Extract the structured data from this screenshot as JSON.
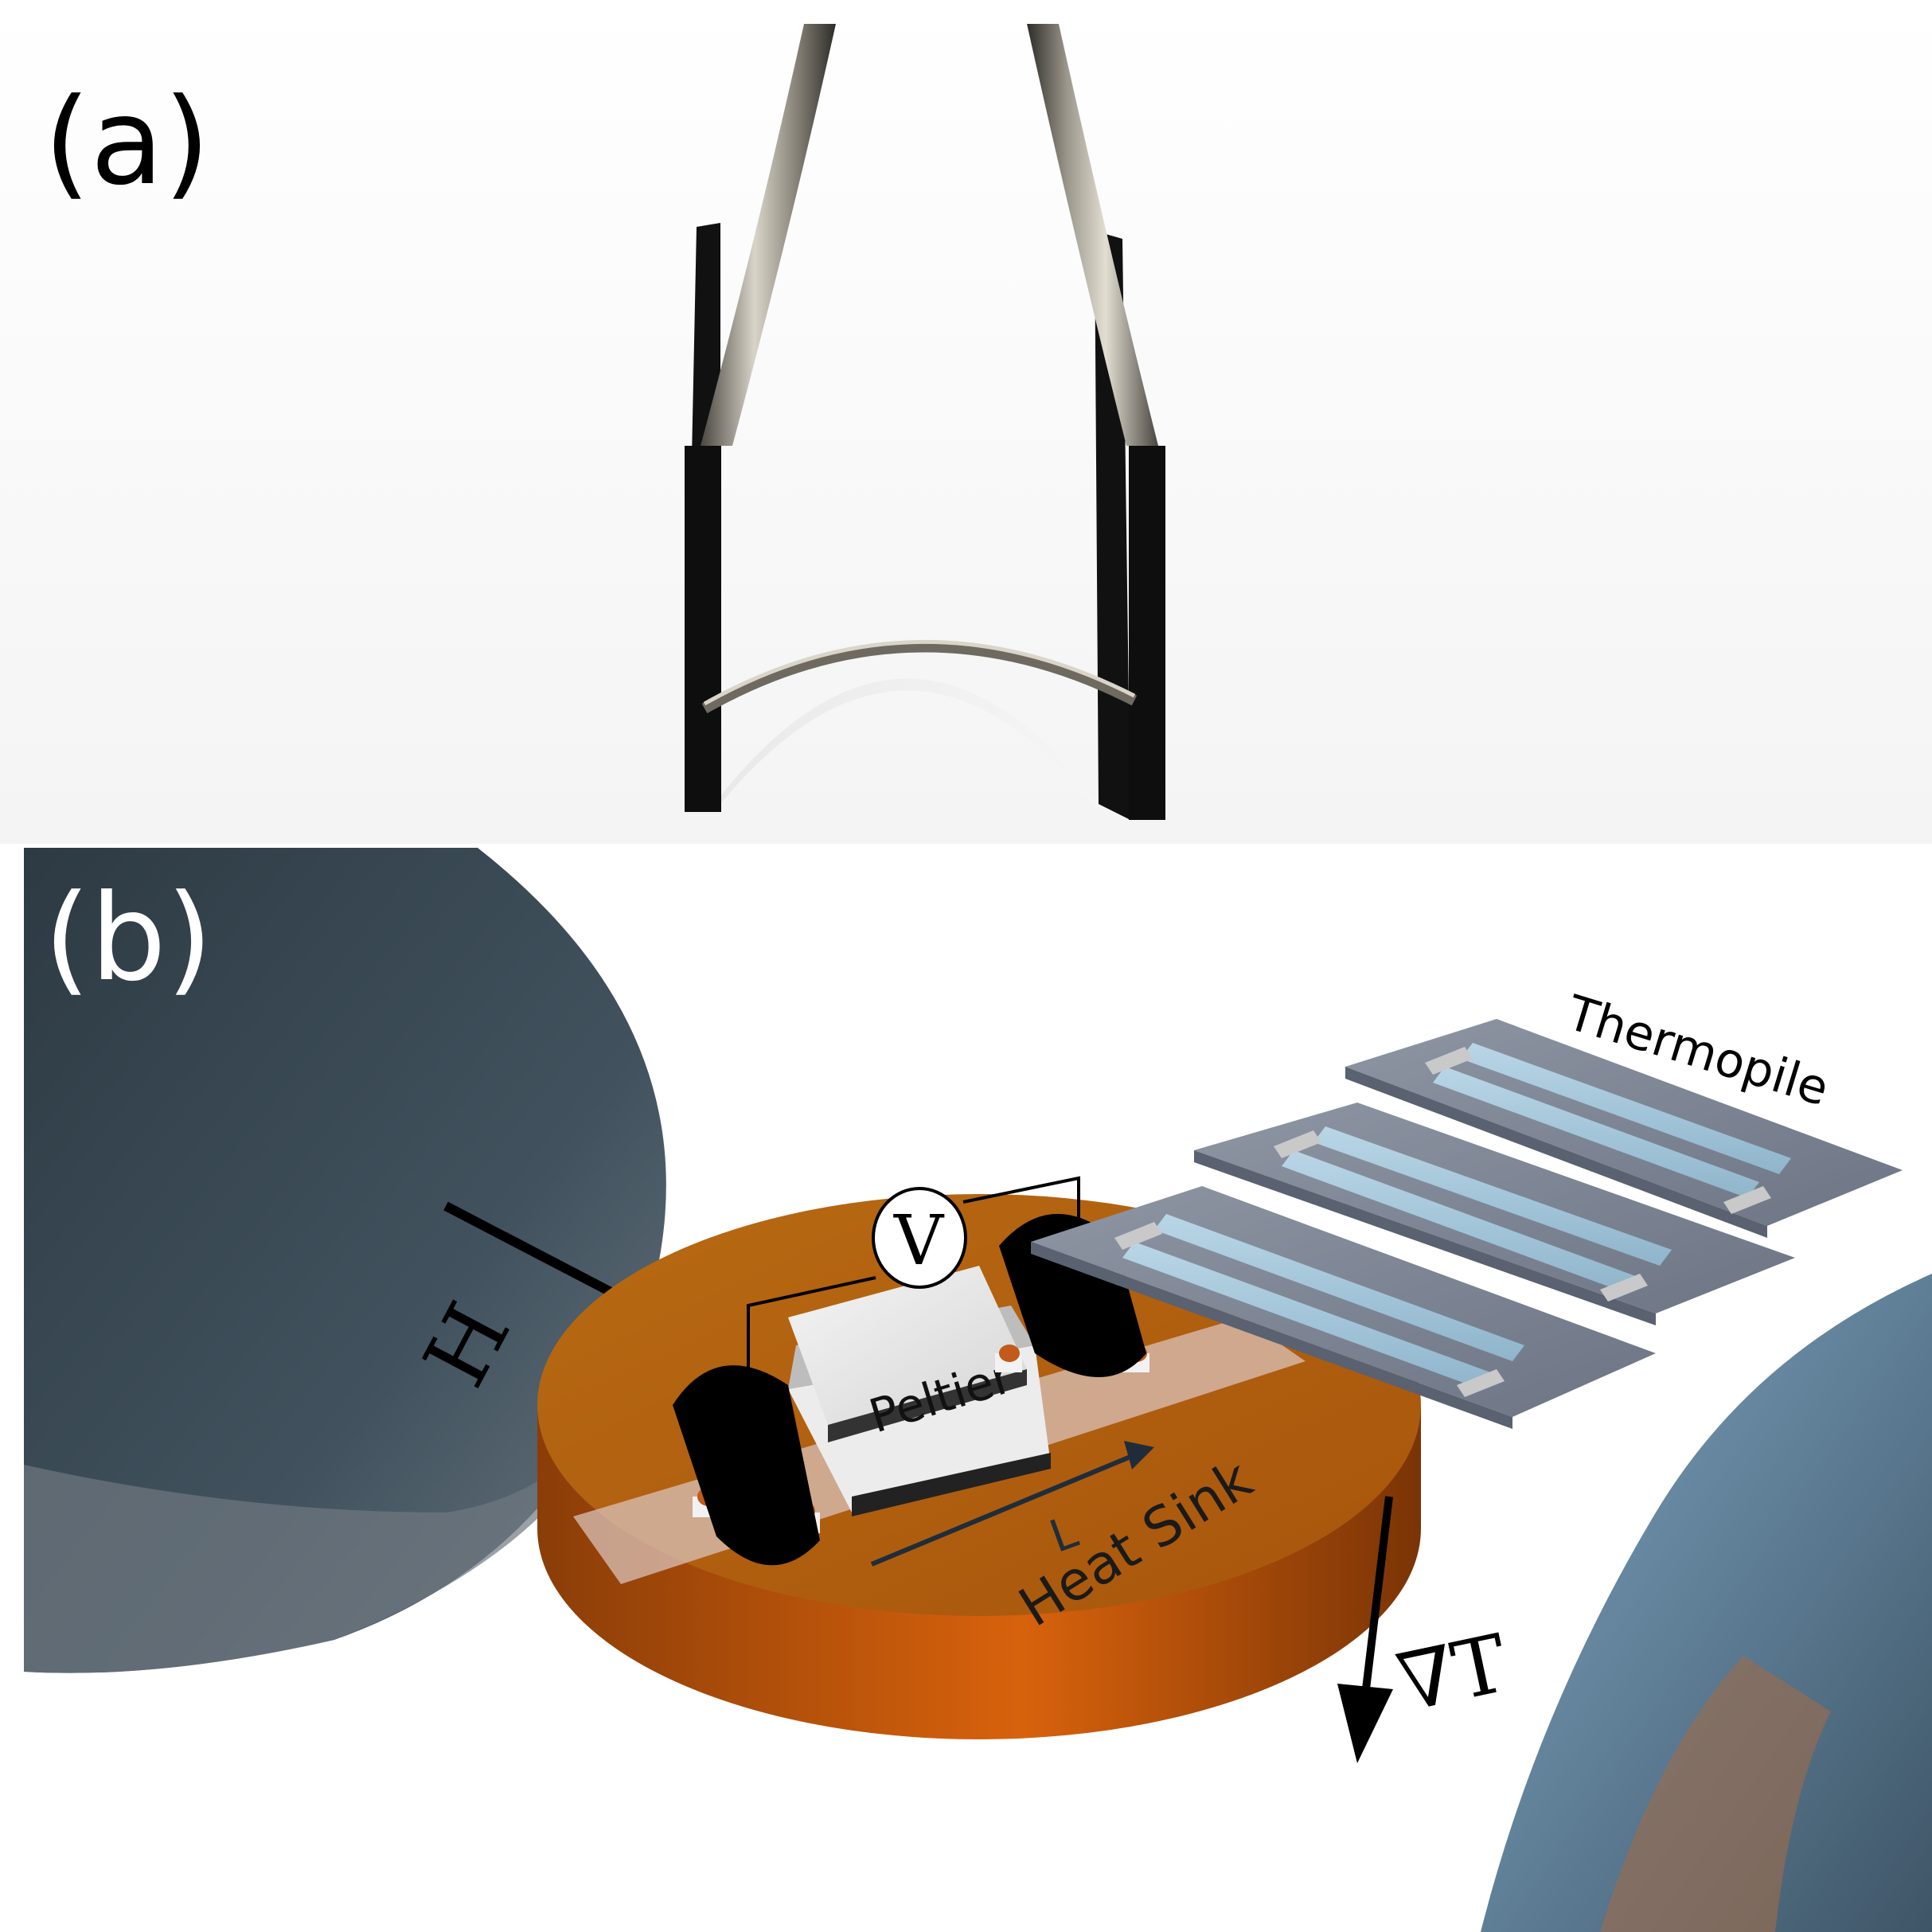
{
  "panels": {
    "a": {
      "label": "(a)"
    },
    "b": {
      "label": "(b)",
      "labels": {
        "field": "H",
        "voltmeter": "V",
        "peltier": "Peltier",
        "length": "L",
        "heat_sink": "Heat Sink",
        "thermopile": "Thermopile",
        "gradient": "∇T"
      }
    }
  },
  "colors": {
    "heat_sink": "#c95a0a",
    "magnet_pole": "#3b4a55",
    "thermopile_plate": "#7f8796",
    "clip": "#000000"
  }
}
